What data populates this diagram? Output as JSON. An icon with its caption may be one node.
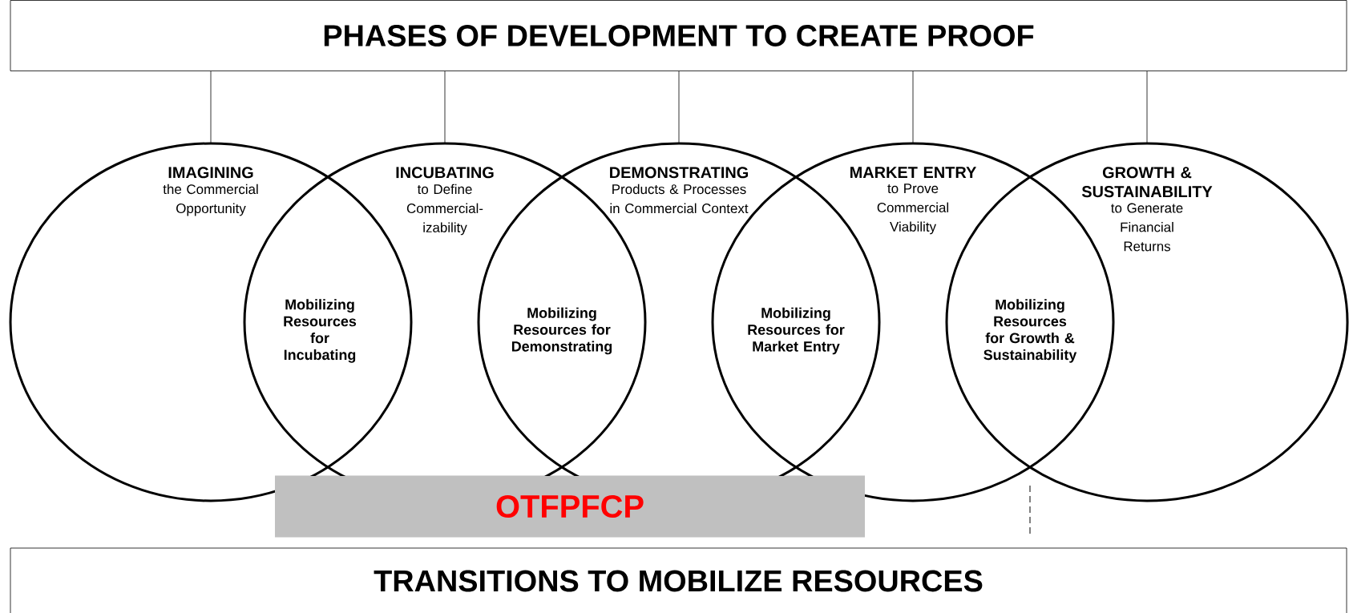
{
  "diagram": {
    "nodes": [
      {
        "text": [
          "PHASES OF DEVELOPMENT TO CREATE PROOF"
        ]
      },
      {
        "text": [
          "IMAGINING",
          "the Commercial Opportunity"
        ]
      },
      {
        "text": [
          "INCUBATING",
          "to Define Commercial-izability"
        ]
      },
      {
        "text": [
          "DEMONSTRATING",
          "Products & Processes in Commercial Context"
        ]
      },
      {
        "text": [
          "MARKET ENTRY",
          "to Prove Commercial Viability"
        ]
      },
      {
        "text": [
          "GROWTH & SUSTAINABILITY",
          "to Generate Financial Returns"
        ]
      },
      {
        "text": [
          "OTFPFCP"
        ]
      },
      {
        "text": [
          "TRANSITIONS TO MOBILIZE RESOURCES"
        ]
      }
    ],
    "edges": [
      {
        "from": 0,
        "to": 1,
        "arrow": "none"
      },
      {
        "from": 0,
        "to": 2,
        "arrow": "none"
      },
      {
        "from": 0,
        "to": 3,
        "arrow": "none"
      },
      {
        "from": 0,
        "to": 4,
        "arrow": "none"
      },
      {
        "from": 0,
        "to": 5,
        "arrow": "none"
      }
    ],
    "labels": [
      "Mobilizing Resources for Incubating",
      "Mobilizing Resources for Demonstrating",
      "Mobilizing Resources for Market Entry",
      "Mobilizing Resources for Growth & Sustainability"
    ]
  }
}
